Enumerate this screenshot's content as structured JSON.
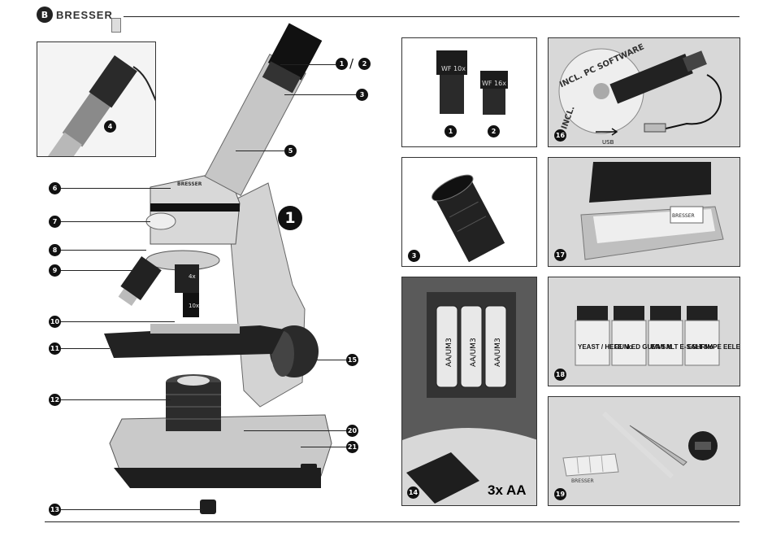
{
  "header": {
    "brand": "BRESSER",
    "logo_mark": "B"
  },
  "figure_number": "1",
  "callouts": {
    "c1": "1",
    "c2": "2",
    "c3": "3",
    "c4": "4",
    "c5": "5",
    "c6": "6",
    "c7": "7",
    "c8": "8",
    "c9": "9",
    "c10": "10",
    "c11": "11",
    "c12": "12",
    "c13": "13",
    "c14": "14",
    "c15": "15",
    "c16": "16",
    "c17": "17",
    "c18": "18",
    "c19": "19",
    "c20": "20",
    "c21": "21"
  },
  "microscope_labels": {
    "brand": "BRESSER",
    "obj_4x": "4x",
    "obj_10x": "10x"
  },
  "eyepieces": {
    "wf10": "WF 10x",
    "wf16": "WF 16x"
  },
  "software": {
    "cd_text": "INCL. PC SOFTWARE",
    "cd_text2": "INCL.",
    "usb_label": "USB"
  },
  "batteries": {
    "label": "AA/UM3",
    "count_label": "3x AA"
  },
  "slides_box": {
    "tag": "BRESSER"
  },
  "jars": [
    "YEAST / HEFE No",
    "GUM ED GUMMI M",
    "EA SALT E-SALT No",
    "ESHRIMPE EELENBER"
  ],
  "tools": {
    "tray_label": "BRESSER"
  },
  "colors": {
    "ink": "#111111",
    "panel_gray": "#d8d8d8"
  }
}
